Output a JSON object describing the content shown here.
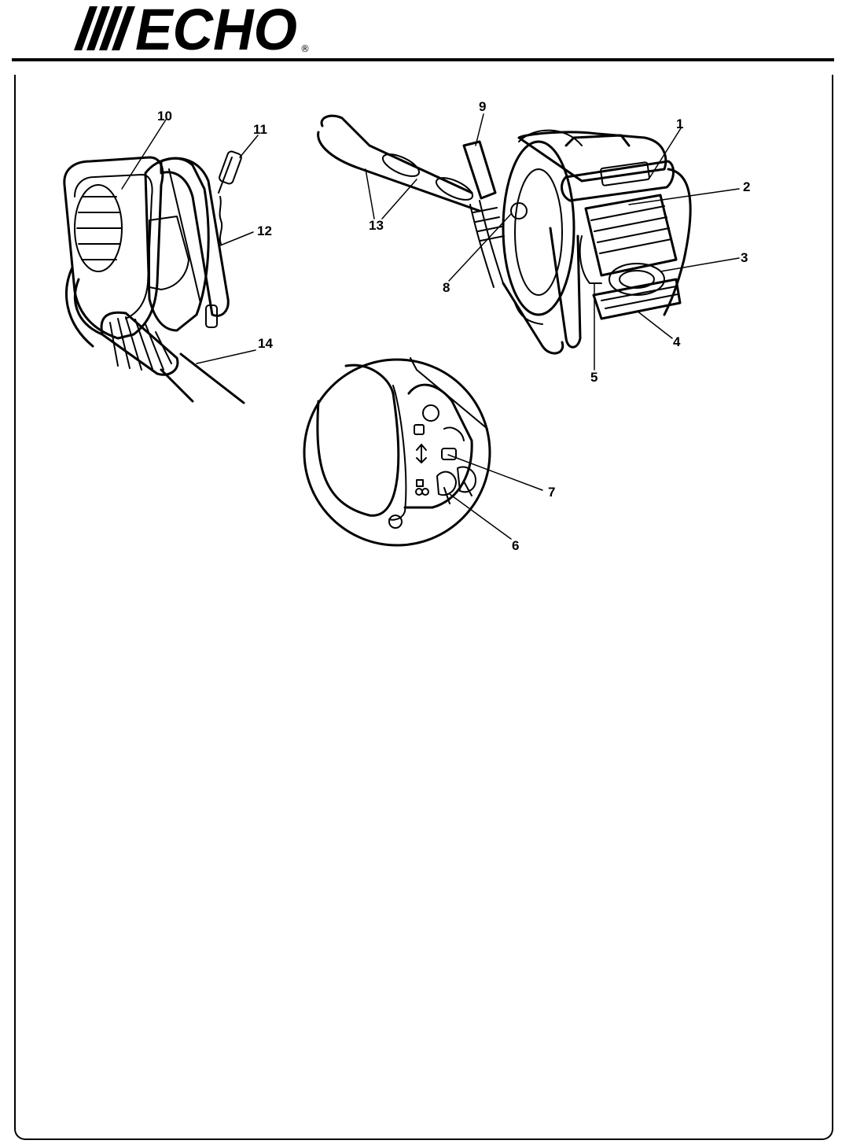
{
  "logo": {
    "brand": "ECHO",
    "registered": "®"
  },
  "callouts": [
    "1",
    "2",
    "3",
    "4",
    "5",
    "6",
    "7",
    "8",
    "9",
    "10",
    "11",
    "12",
    "13",
    "14"
  ]
}
